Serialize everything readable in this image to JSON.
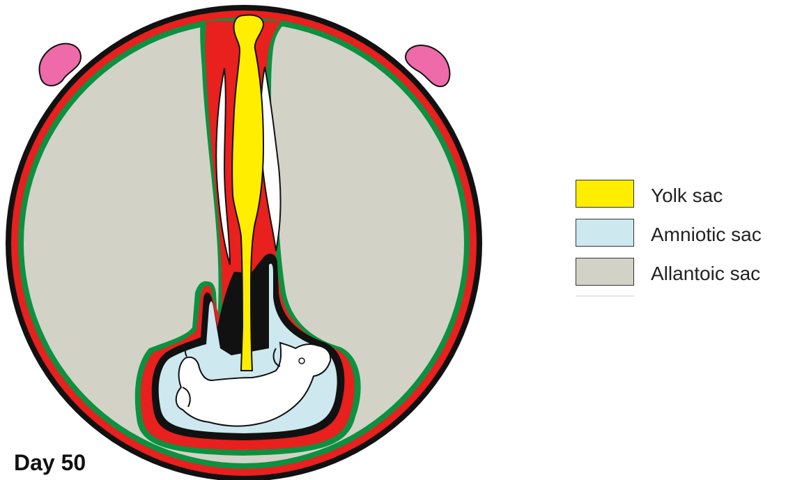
{
  "figure": {
    "day_label": "Day 50"
  },
  "legend": {
    "items": [
      {
        "label": "Yolk sac",
        "color": "#ffee00"
      },
      {
        "label": "Amniotic sac",
        "color": "#cde8ee"
      },
      {
        "label": "Allantoic sac",
        "color": "#d3d2c6"
      }
    ]
  },
  "colors": {
    "outer_membrane": "#111111",
    "chorion_red": "#e8201e",
    "allantois_green": "#0c9140",
    "allantoic_fluid": "#d3d2c6",
    "amniotic_fluid": "#cde8ee",
    "yolk": "#ffee00",
    "ovary_pink": "#ee6aa8",
    "fetus": "#ffffff"
  }
}
